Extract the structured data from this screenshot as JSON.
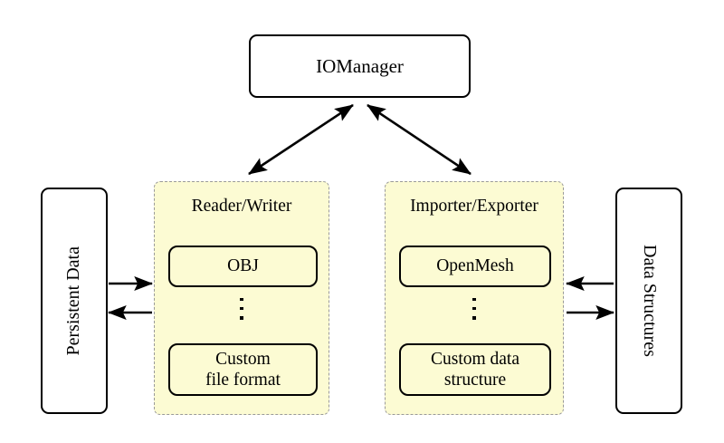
{
  "diagram": {
    "title_node": {
      "label": "IOManager"
    },
    "left_endpoint": {
      "label": "Persistent Data"
    },
    "right_endpoint": {
      "label": "Data Structures"
    },
    "panels": [
      {
        "id": "reader-writer",
        "title": "Reader/Writer",
        "items": [
          {
            "label": "OBJ"
          },
          {
            "label": "⋮"
          },
          {
            "label": "Custom\nfile format",
            "line1": "Custom",
            "line2": "file format"
          }
        ]
      },
      {
        "id": "importer-exporter",
        "title": "Importer/Exporter",
        "items": [
          {
            "label": "OpenMesh"
          },
          {
            "label": "⋮"
          },
          {
            "label": "Custom data\nstructure",
            "line1": "Custom data",
            "line2": "structure"
          }
        ]
      }
    ],
    "connections": [
      {
        "name": "iomanager-to-reader-writer",
        "from": "IOManager",
        "to": "Reader/Writer",
        "style": "double-headed"
      },
      {
        "name": "iomanager-to-importer-exporter",
        "from": "IOManager",
        "to": "Importer/Exporter",
        "style": "double-headed"
      },
      {
        "name": "persistent-data-to-reader-writer",
        "from": "Persistent Data",
        "to": "Reader/Writer",
        "style": "single-headed-right"
      },
      {
        "name": "reader-writer-to-persistent-data",
        "from": "Reader/Writer",
        "to": "Persistent Data",
        "style": "single-headed-left"
      },
      {
        "name": "importer-exporter-to-data-structures",
        "from": "Importer/Exporter",
        "to": "Data Structures",
        "style": "single-headed-left"
      },
      {
        "name": "data-structures-to-importer-exporter",
        "from": "Data Structures",
        "to": "Importer/Exporter",
        "style": "single-headed-right"
      }
    ],
    "colors": {
      "panel_fill": "#fcfbd3",
      "panel_border": "#9a9a9a",
      "node_border": "#000000",
      "background": "#ffffff",
      "text": "#000000"
    }
  }
}
